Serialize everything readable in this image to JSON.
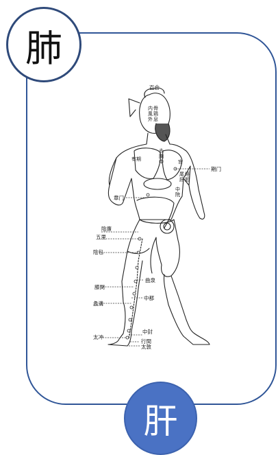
{
  "top_badge": {
    "char": "肺"
  },
  "bottom_badge": {
    "char": "肝"
  },
  "figure": {
    "head_label": "百会",
    "face_labels": [
      "内",
      "風",
      "外",
      "骨",
      "鶏",
      "息"
    ],
    "chest_labels": [
      "去",
      "胸",
      "中"
    ],
    "side_label": "有期",
    "right_chest": "宫",
    "belly_labels": [
      "尾",
      "肝",
      "経",
      "胆",
      "中",
      "院"
    ],
    "points": {
      "qimen": "期门",
      "zhangmen": "章门",
      "yinlian": "陰廉",
      "wuli": "五里",
      "yinbao": "陰包",
      "ququan": "曲泉",
      "xiguan": "膝関",
      "zhongdu": "中都",
      "ligou": "蠡溝",
      "zhongfeng": "中封",
      "taichong": "太冲",
      "xingjian": "行間",
      "dadun": "太敦"
    }
  }
}
